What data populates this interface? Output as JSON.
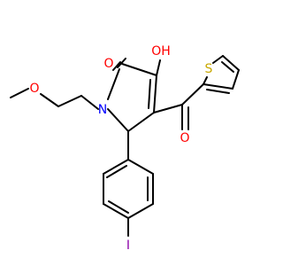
{
  "atoms": {
    "o_carbonyl_ring": {
      "text": "O",
      "color": "#ff0000"
    },
    "oh": {
      "text": "OH",
      "color": "#ff0000"
    },
    "o_ether": {
      "text": "O",
      "color": "#ff0000"
    },
    "n": {
      "text": "N",
      "color": "#0000ff"
    },
    "o_ketone": {
      "text": "O",
      "color": "#ff0000"
    },
    "s": {
      "text": "S",
      "color": "#c8a800"
    },
    "i": {
      "text": "I",
      "color": "#8b00a8"
    }
  }
}
